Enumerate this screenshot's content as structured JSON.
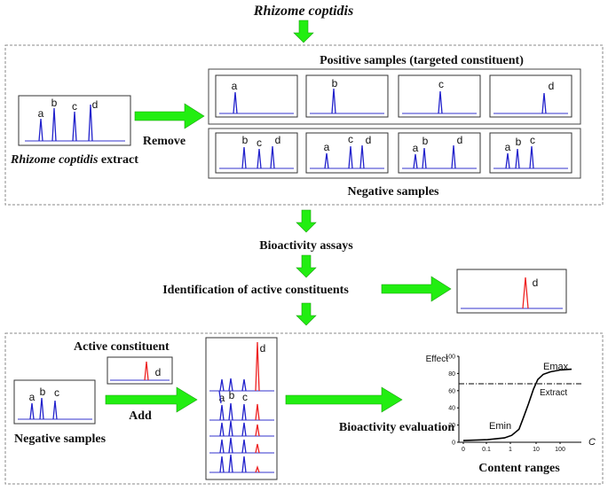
{
  "labels": {
    "rhizome_top": "Rhizome coptidis",
    "positive_samples": "Positive samples (targeted constituent)",
    "remove": "Remove",
    "extract_label_italic": "Rhizome coptidis",
    "extract_label_rest": " extract",
    "negative_samples_top": "Negative samples",
    "bioactivity_assays": "Bioactivity assays",
    "identification": "Identification of active constituents",
    "active_constituent": "Active constituent",
    "add": "Add",
    "negative_samples_bottom": "Negative samples",
    "bioactivity_evaluation": "Bioactivity evaluation",
    "content_ranges": "Content ranges"
  },
  "peak_letters": {
    "a": "a",
    "b": "b",
    "c": "c",
    "d": "d"
  },
  "colors": {
    "arrow": "#22ee11",
    "peak_blue": "#2222cc",
    "peak_red": "#ee2222"
  },
  "chart_data": {
    "type": "line",
    "ylabel": "Effect",
    "xlabel": "C",
    "x_scale": "log",
    "x_ticks": [
      "0",
      "0.1",
      "1",
      "10",
      "100"
    ],
    "y_ticks": [
      "0",
      "20",
      "40",
      "60",
      "80",
      "100"
    ],
    "ylim": [
      0,
      100
    ],
    "annotations": {
      "emax": "Emax",
      "emin": "Emin",
      "extract": "Extract"
    },
    "extract_level": 68,
    "series": [
      {
        "x": [
          0.01,
          0.1,
          0.5,
          1,
          2,
          3,
          5,
          8,
          12,
          20,
          40,
          100,
          300
        ],
        "y": [
          2,
          3,
          5,
          8,
          15,
          28,
          45,
          62,
          73,
          79,
          82,
          84,
          85
        ]
      }
    ]
  }
}
